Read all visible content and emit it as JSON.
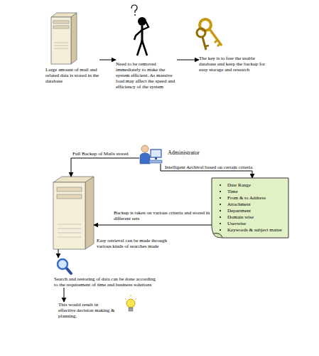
{
  "diagram": {
    "nodes": [
      {
        "text": [
          "Large amount of mail and related data is stored in the database"
        ]
      },
      {
        "text": [
          "Need to be removed immediately to make the system efficient. As massive load may affect the speed and efficiency of the system"
        ]
      },
      {
        "text": [
          "The key is to free the usable database and keep the backup for easy storage and research"
        ]
      },
      {
        "text": [
          "Administrator"
        ]
      },
      {
        "text": []
      },
      {
        "text": [
          "Date Range",
          "Time",
          "From & to Address",
          "Attachment",
          "Department",
          "Domain wise",
          "Userwise",
          "Keywords & subject matter"
        ]
      },
      {
        "text": [
          "Search and restoring of data can be done according to the requirement of time and business solutions"
        ]
      },
      {
        "text": [
          "This would result in effective decision making & planning."
        ]
      }
    ],
    "edges": [
      {
        "from": 0,
        "to": 1,
        "arrow": "to"
      },
      {
        "from": 1,
        "to": 2,
        "arrow": "to"
      },
      {
        "from": 3,
        "to": 4,
        "label": "Full Backup of Mails stored",
        "arrow": "to"
      },
      {
        "from": 3,
        "to": 5,
        "label": "Intelligent Archival based on certain criteria",
        "arrow": "to"
      },
      {
        "from": 5,
        "to": 4,
        "label": "Backup is taken on various criteria and stored in different sets",
        "arrow": "to"
      },
      {
        "from": 4,
        "to": 6,
        "label": "Easy retrieval can be made through various kinds of searches made",
        "arrow": "to"
      },
      {
        "from": 6,
        "to": 7,
        "arrow": "to"
      }
    ]
  }
}
